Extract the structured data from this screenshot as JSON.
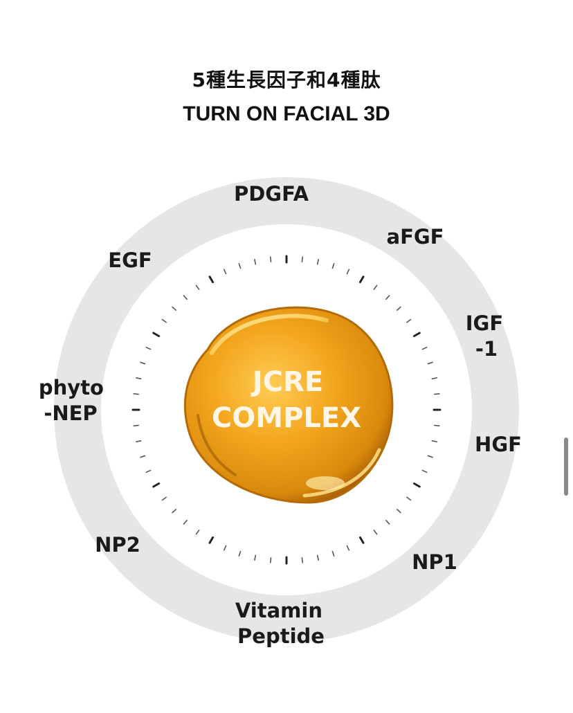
{
  "header": {
    "title_cn": "5種生長因子和4種肽",
    "title_en": "TURN ON FACIAL 3D"
  },
  "core": {
    "line1": "JCRE",
    "line2": "COMPLEX"
  },
  "ring_labels": {
    "pdgfa": [
      "PDGFA"
    ],
    "afgf": [
      "aFGF"
    ],
    "igf1": [
      "IGF",
      "-1"
    ],
    "hgf": [
      "HGF"
    ],
    "np1": [
      "NP1"
    ],
    "vitamin_peptide": [
      "Vitamin",
      "Peptide"
    ],
    "np2": [
      "NP2"
    ],
    "phyto_nep": [
      "phyto",
      "-NEP"
    ],
    "egf": [
      "EGF"
    ]
  },
  "colors": {
    "ring": "#e6e6e6",
    "core_amber": "#f0a21a",
    "core_dark": "#b96d07",
    "core_light": "#ffd46a",
    "text": "#1a1a1a"
  }
}
